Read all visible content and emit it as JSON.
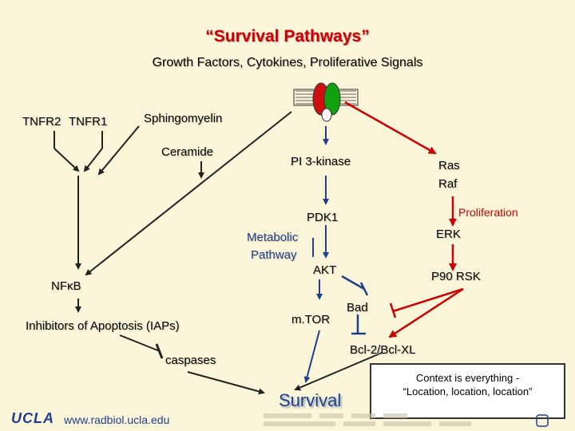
{
  "title": "“Survival Pathways”",
  "subtitle": "Growth Factors, Cytokines, Proliferative Signals",
  "nodes": {
    "tnfr2": "TNFR2",
    "tnfr1": "TNFR1",
    "sphingomyelin": "Sphingomyelin",
    "ceramide": "Ceramide",
    "pi3k": "PI 3-kinase",
    "ras": "Ras",
    "raf": "Raf",
    "pdk1": "PDK1",
    "proliferation": "Proliferation",
    "erk": "ERK",
    "metabolic": "Metabolic",
    "pathway": "Pathway",
    "akt": "AKT",
    "p90rsk": "P90 RSK",
    "nfkb_prefix": "NF",
    "nfkb_kappa": "κ",
    "nfkb_suffix": "B",
    "bad": "Bad",
    "mtor": "m.TOR",
    "iaps": "Inhibitors of Apoptosis (IAPs)",
    "bcl": "Bcl-2/Bcl-XL",
    "caspases": "caspases",
    "survival": "Survival"
  },
  "context_box": {
    "line1": "Context is everything -",
    "line2": "“Location, location, location”"
  },
  "footer": {
    "logo": "UCLA",
    "url": "www.radbiol.ucla.edu"
  },
  "colors": {
    "background": "#FBF6DA",
    "title": "#CC0000",
    "activation_arrow": "#1F3E8C",
    "proliferation_arrow": "#CC0000",
    "inhibition": "#1F3E8C"
  }
}
